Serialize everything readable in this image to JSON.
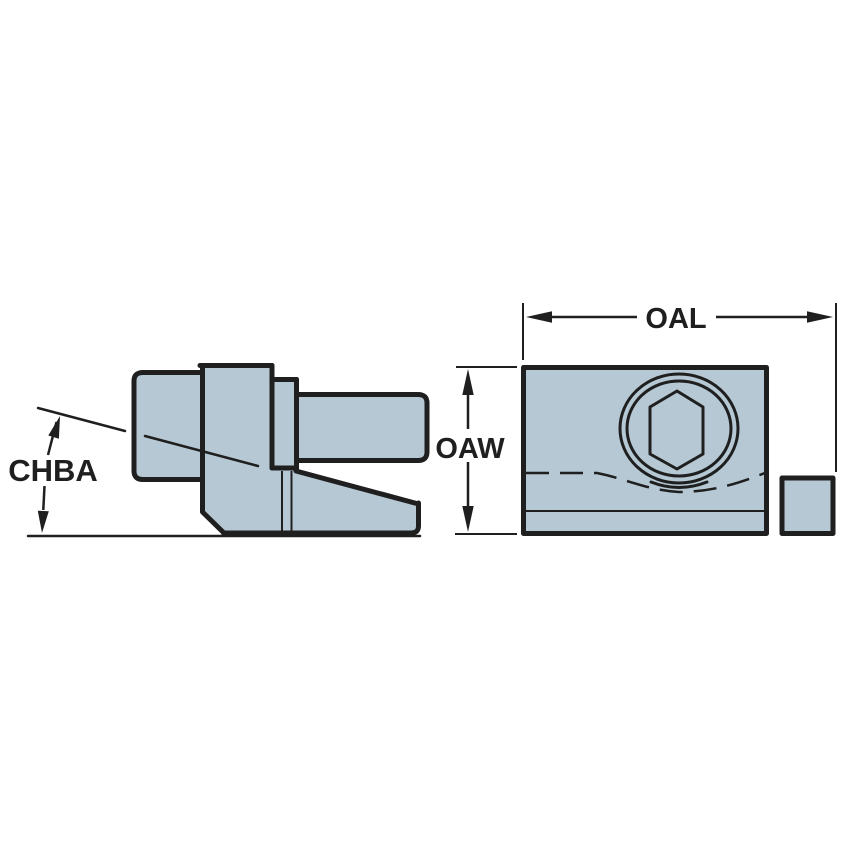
{
  "diagram": {
    "labels": {
      "chba": "CHBA",
      "oal": "OAL",
      "oaw": "OAW"
    },
    "colors": {
      "part_fill": "#b5c8d4",
      "line": "#1f1f1f",
      "background": "#ffffff"
    }
  }
}
